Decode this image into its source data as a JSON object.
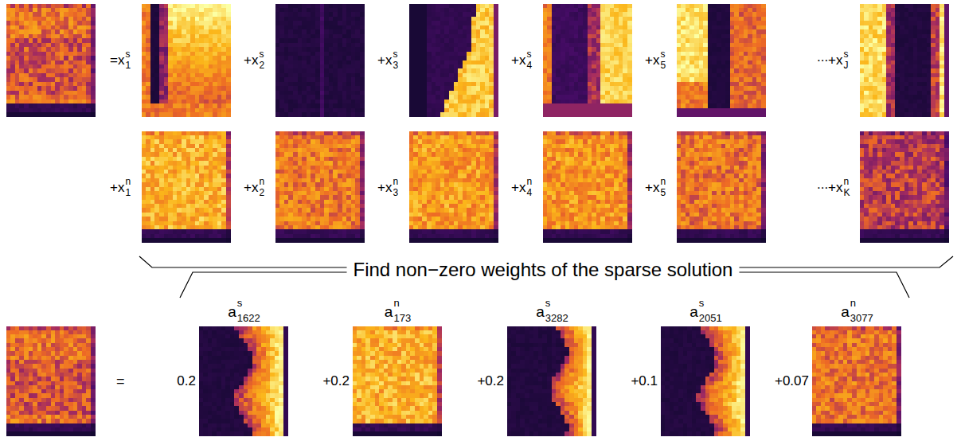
{
  "diagram": {
    "labels": [
      "=x",
      "s",
      "1",
      "+x",
      "s",
      "2",
      "+x",
      "s",
      "3",
      "+x",
      "s",
      "4",
      "+x",
      "s",
      "5",
      "...",
      "+x",
      "s",
      "J",
      "+x",
      "n",
      "1",
      "+x",
      "n",
      "2",
      "+x",
      "n",
      "3",
      "+x",
      "n",
      "4",
      "+x",
      "n",
      "5",
      "...",
      "+x",
      "n",
      "K",
      "Find non−zero weights of the sparse solution",
      "=",
      "a",
      "s",
      "1622",
      "0.2",
      "a",
      "n",
      "173",
      "+0.2",
      "a",
      "s",
      "3282",
      "+0.2",
      "a",
      "s",
      "2051",
      "+0.1",
      "a",
      "n",
      "3077",
      "+0.07"
    ]
  }
}
